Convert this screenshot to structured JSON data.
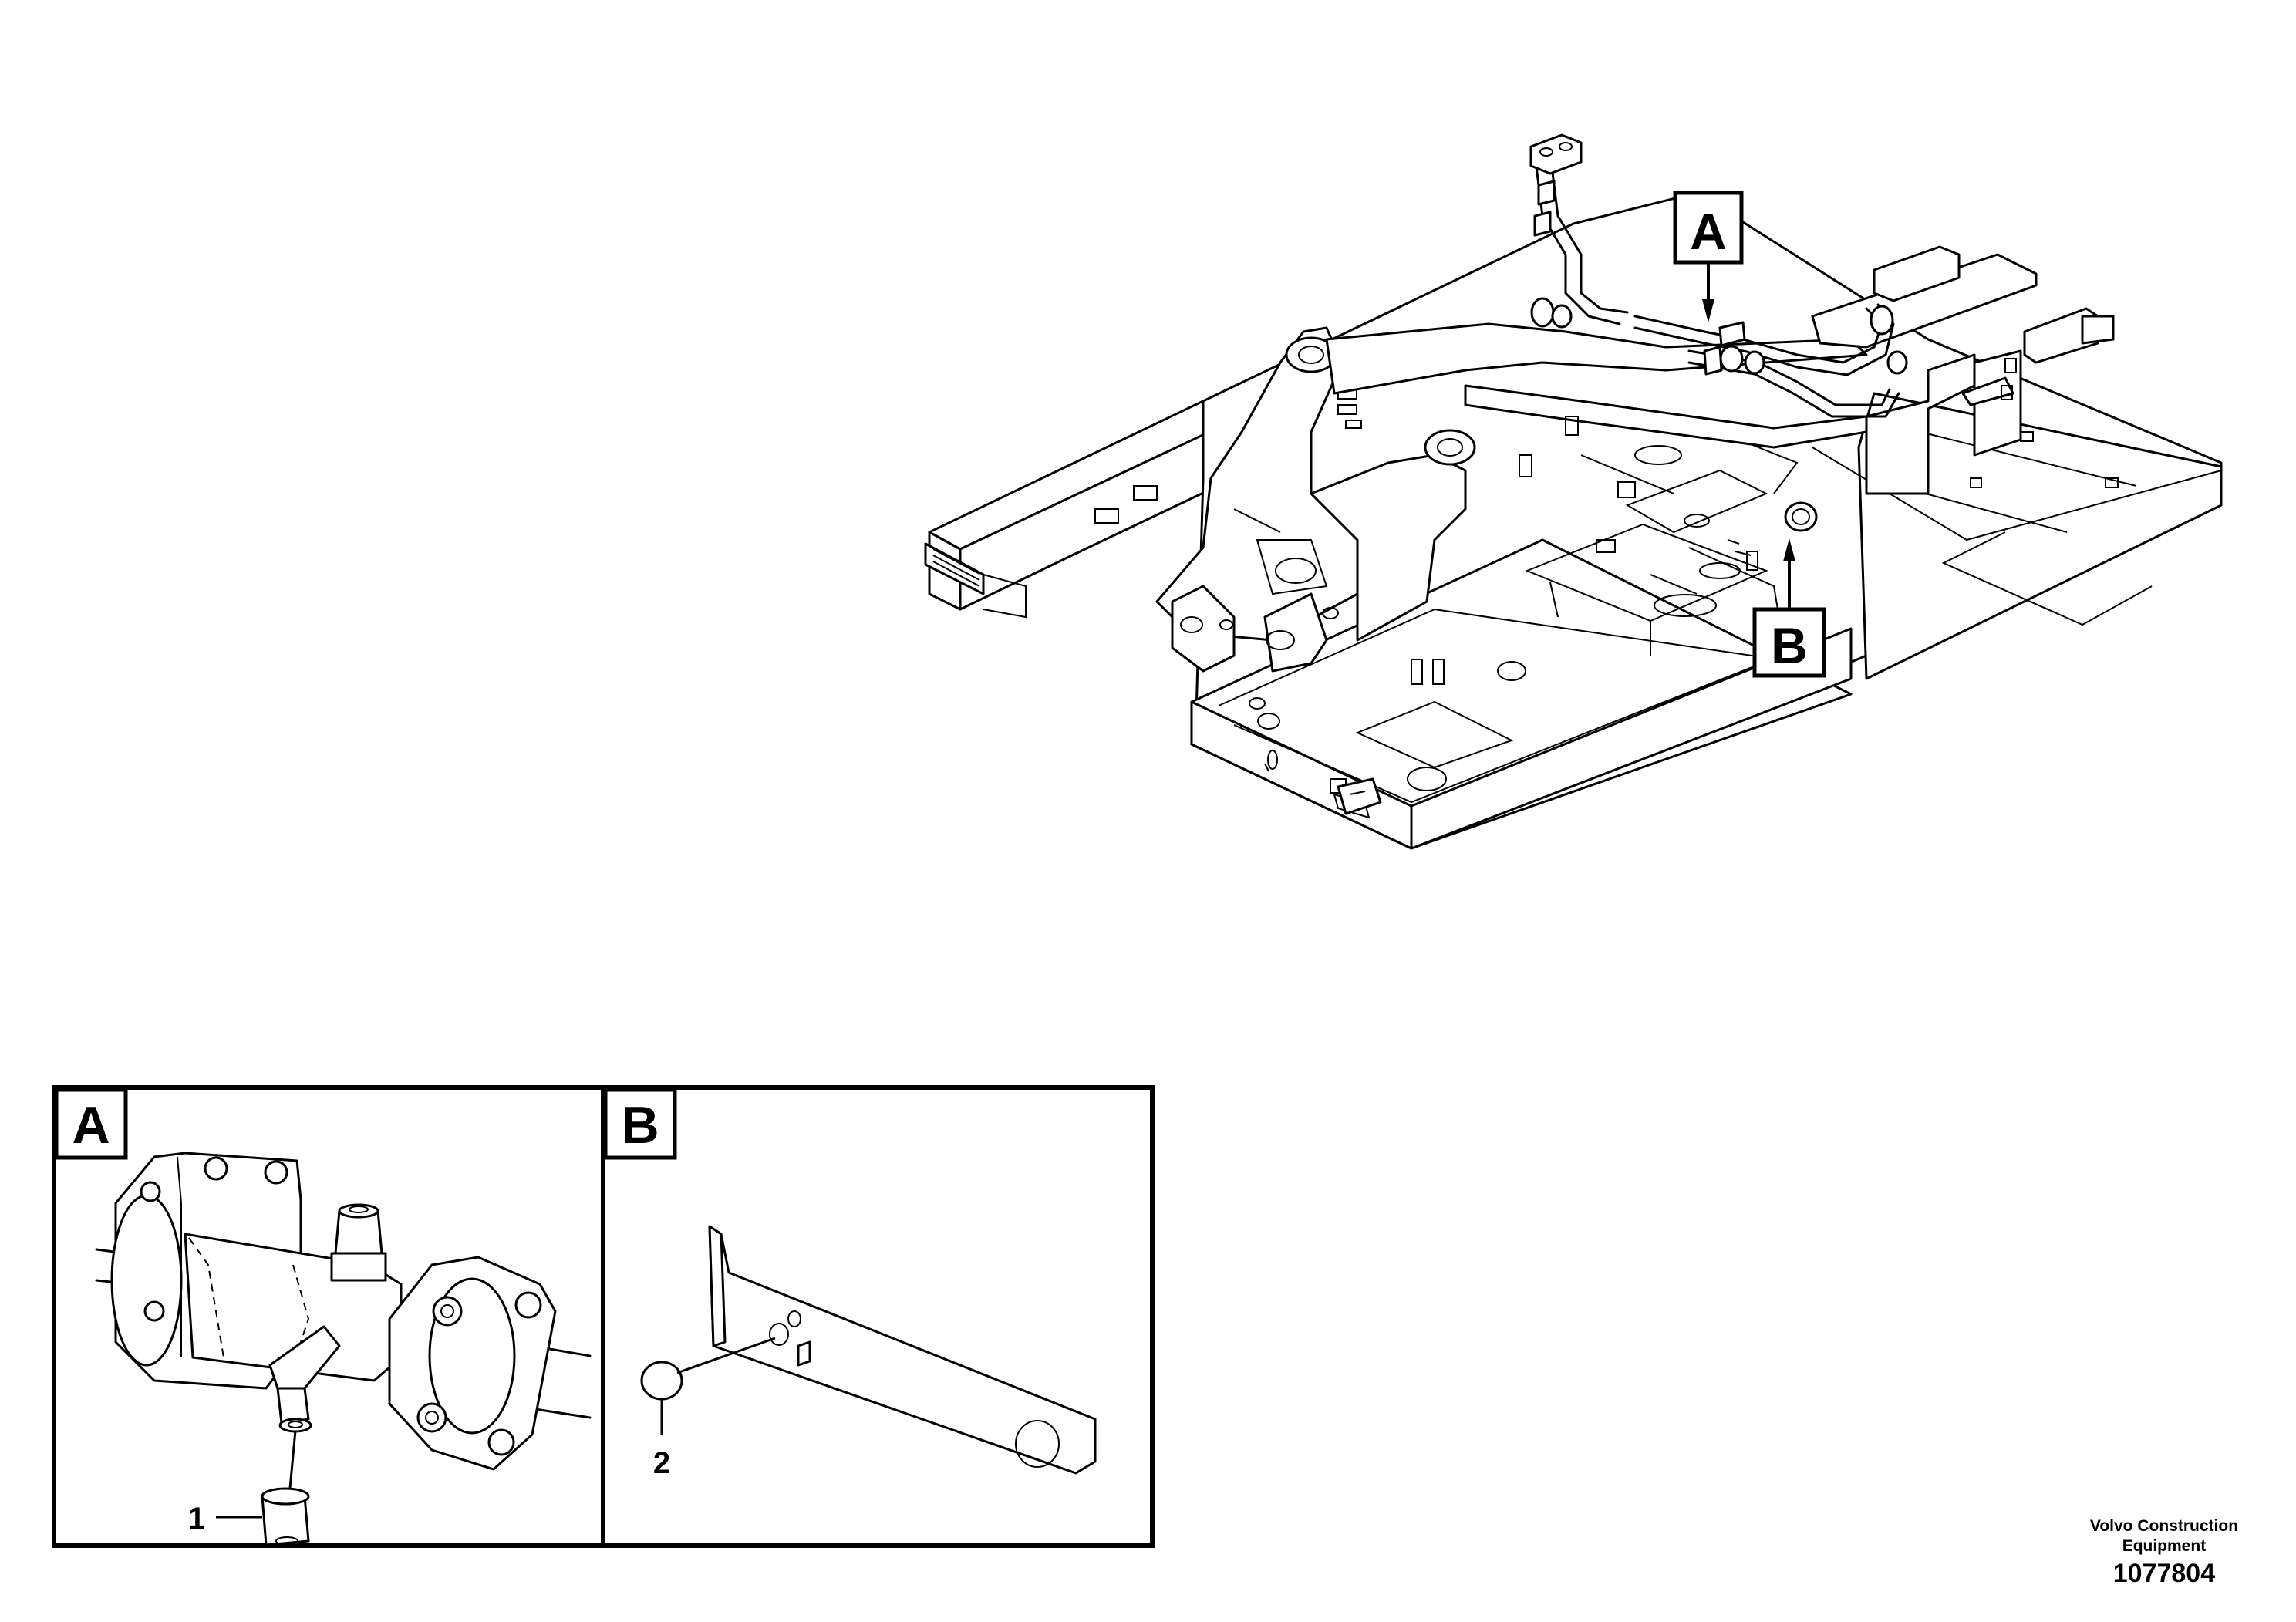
{
  "callouts": {
    "a": "A",
    "b": "B"
  },
  "detail_a": {
    "label": "A",
    "item": "1"
  },
  "detail_b": {
    "label": "B",
    "item": "2"
  },
  "credit": {
    "line1": "Volvo Construction",
    "line2": "Equipment",
    "number": "1077804"
  }
}
